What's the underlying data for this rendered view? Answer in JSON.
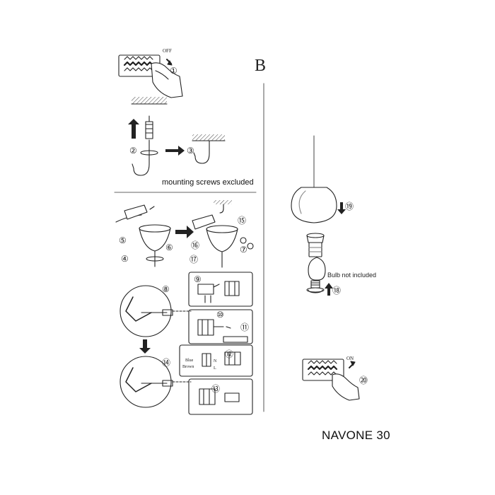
{
  "title": "NAVONE 30",
  "section_label": "B",
  "notes": {
    "mounting": "mounting screws excluded",
    "bulb": "Bulb not included"
  },
  "switch": {
    "off": "OFF",
    "on": "ON"
  },
  "wire_labels": {
    "blue": "Blue",
    "brown": "Brown",
    "n": "N",
    "l": "L"
  },
  "steps": [
    "①",
    "②",
    "③",
    "④",
    "⑤",
    "⑥",
    "⑦",
    "⑧",
    "⑨",
    "⑩",
    "⑪",
    "⑫",
    "⑬",
    "⑭",
    "⑮",
    "⑯",
    "⑰",
    "⑱",
    "⑲",
    "⑳"
  ]
}
